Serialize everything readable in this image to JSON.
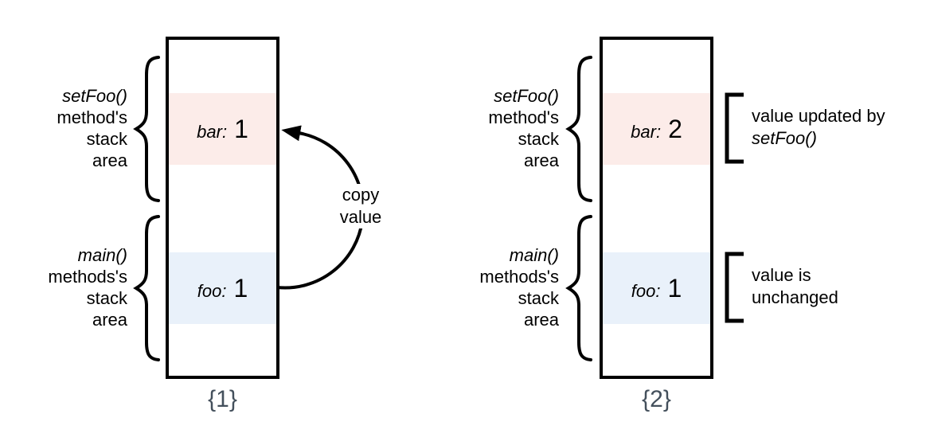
{
  "diagram": {
    "colors": {
      "stroke": "#000000",
      "caption_text": "#44505c",
      "background": "#ffffff"
    },
    "panels": [
      {
        "caption": "{1}",
        "frames": [
          {
            "area_label": {
              "method_italic": "setFoo()",
              "rest_lines": [
                "method's",
                "stack",
                "area"
              ]
            },
            "variable": "bar:",
            "value": "1",
            "band_color": "#fcece9"
          },
          {
            "area_label": {
              "method_italic": "main()",
              "rest_lines": [
                "methods's",
                "stack",
                "area"
              ]
            },
            "variable": "foo:",
            "value": "1",
            "band_color": "#e9f1fa"
          }
        ],
        "arrow_label_lines": [
          "copy",
          "value"
        ]
      },
      {
        "caption": "{2}",
        "frames": [
          {
            "area_label": {
              "method_italic": "setFoo()",
              "rest_lines": [
                "method's",
                "stack",
                "area"
              ]
            },
            "variable": "bar:",
            "value": "2",
            "band_color": "#fcece9",
            "annotation": {
              "line1": "value updated by",
              "line2_italic": "setFoo()"
            }
          },
          {
            "area_label": {
              "method_italic": "main()",
              "rest_lines": [
                "methods's",
                "stack",
                "area"
              ]
            },
            "variable": "foo:",
            "value": "1",
            "band_color": "#e9f1fa",
            "annotation": {
              "line1": "value is",
              "line2": "unchanged"
            }
          }
        ]
      }
    ]
  }
}
